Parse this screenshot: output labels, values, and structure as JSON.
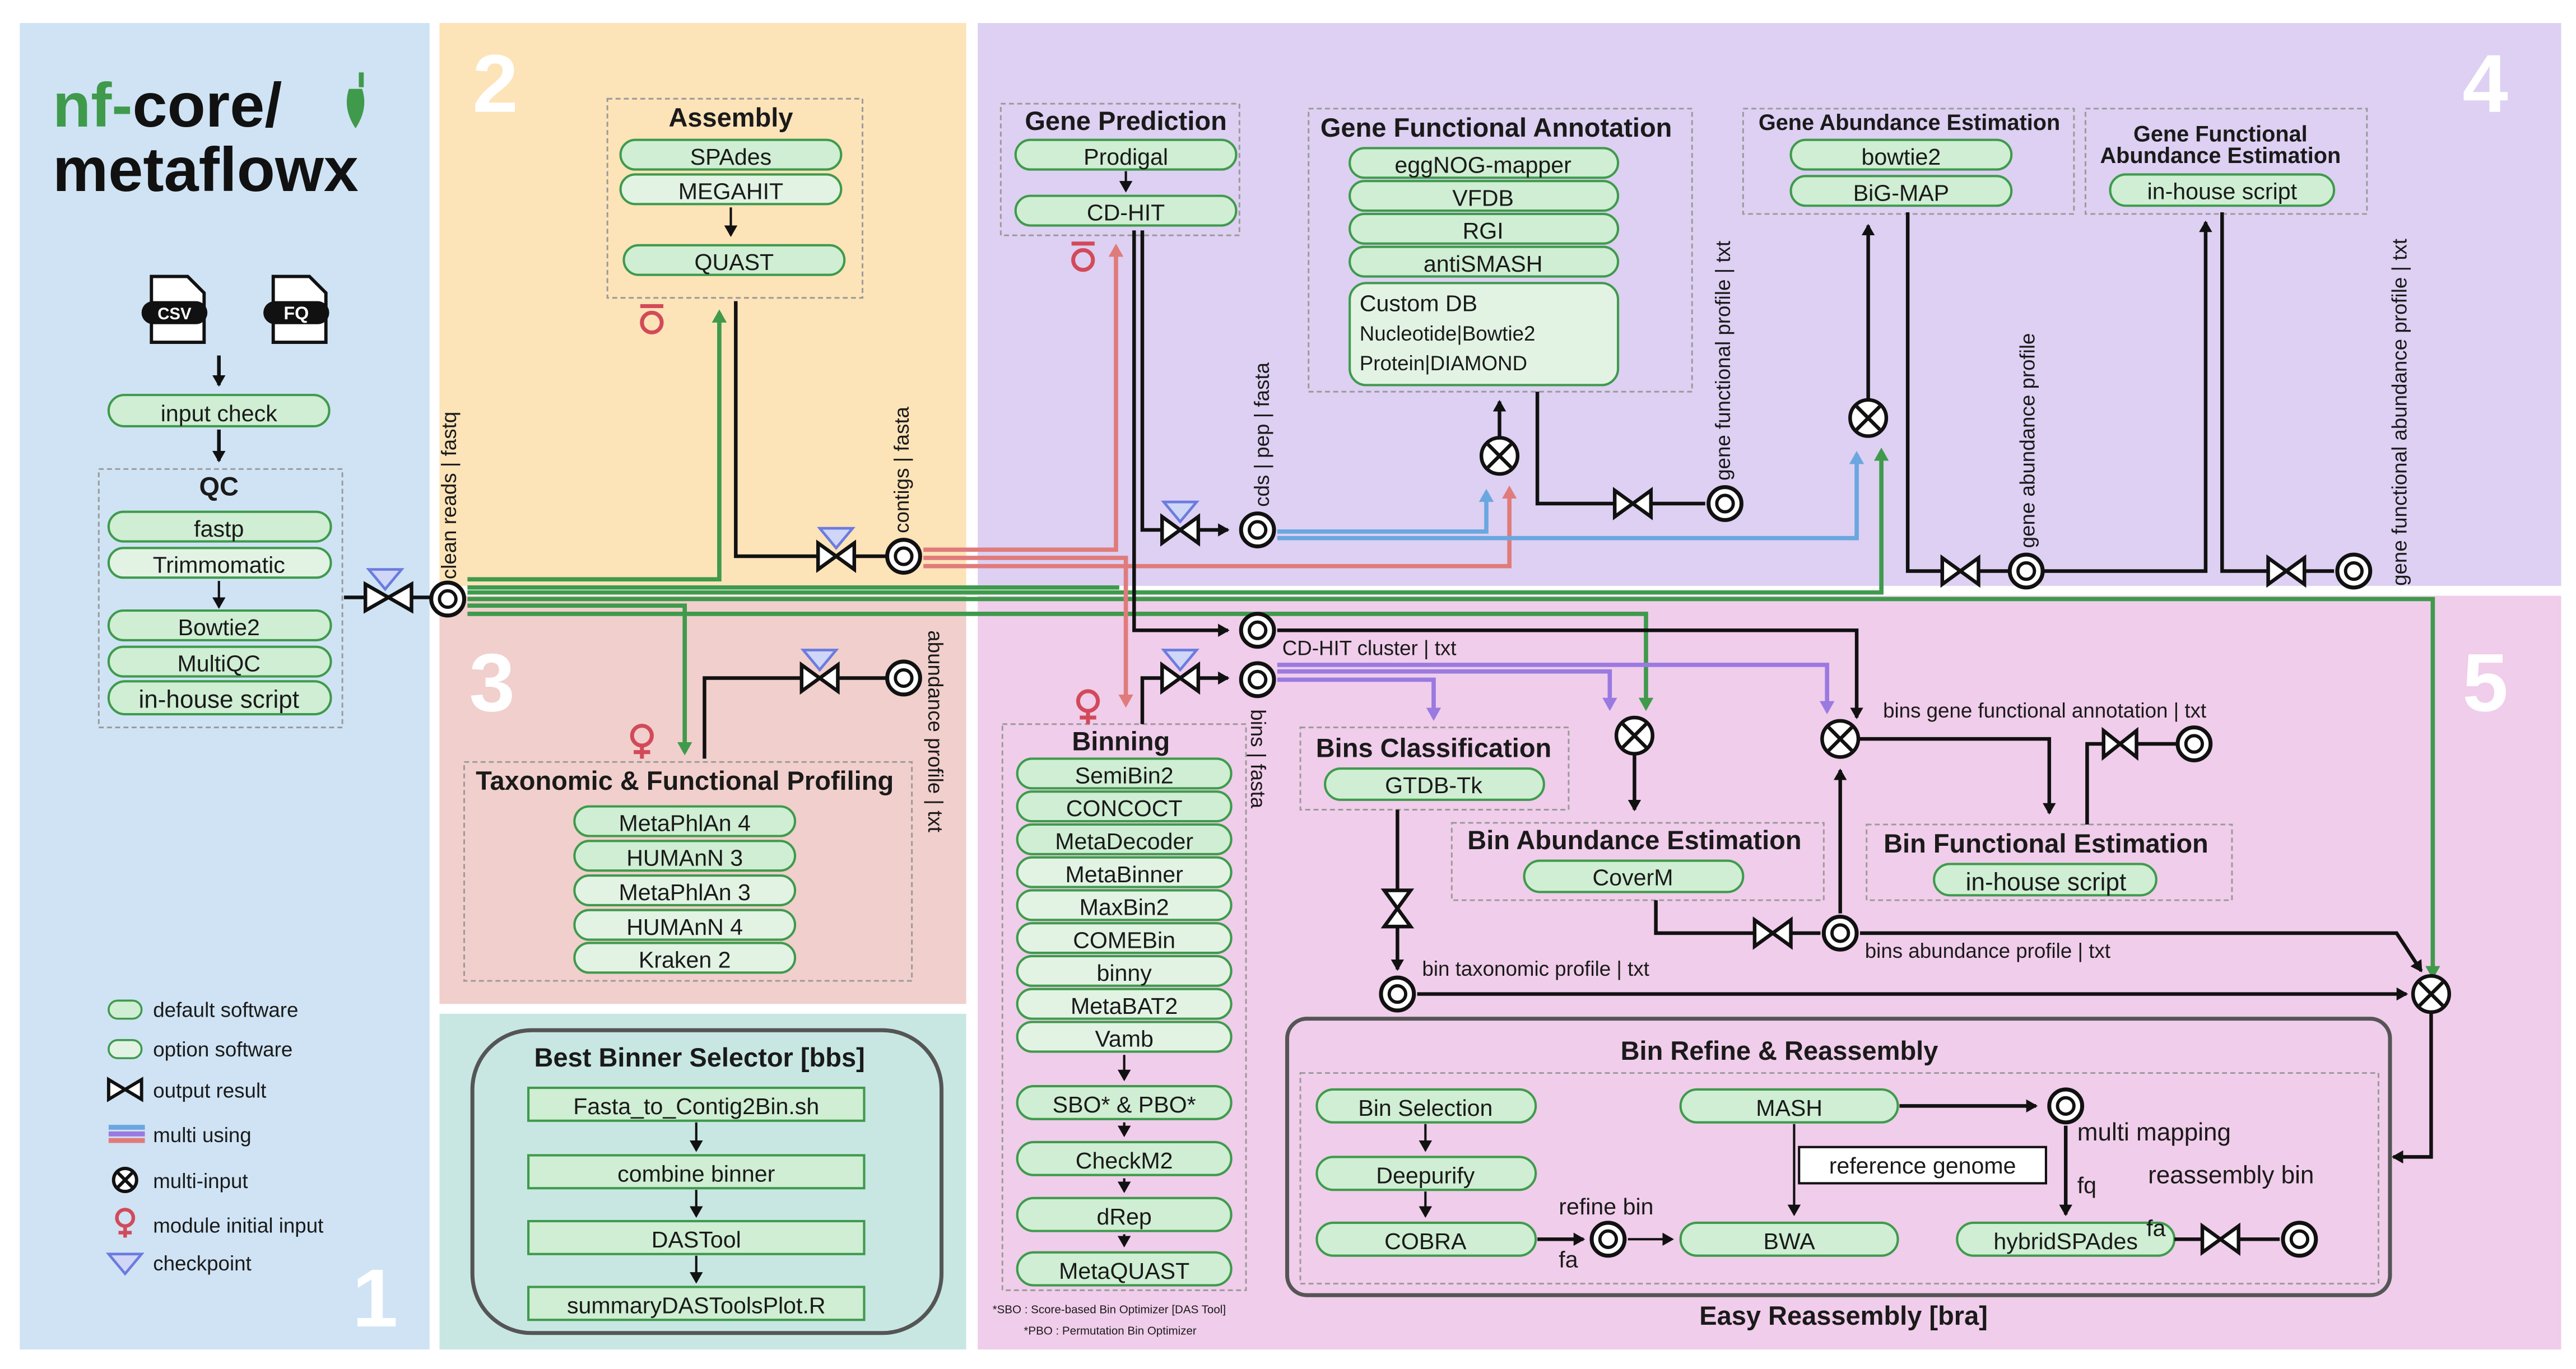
{
  "logo": {
    "line1_a": "nf-",
    "line1_b": "core/",
    "line2": "metaflowx"
  },
  "panels": {
    "p1": "1",
    "p2": "2",
    "p3": "3",
    "p4": "4",
    "p5": "5"
  },
  "files": {
    "csv": "CSV",
    "fq": "FQ"
  },
  "input_check": "input check",
  "qc": {
    "title": "QC",
    "items": [
      "fastp",
      "Trimmomatic",
      "Bowtie2",
      "MultiQC",
      "in-house script"
    ]
  },
  "legend": [
    "default software",
    "option software",
    "output result",
    "multi using",
    "multi-input",
    "module initial input",
    "checkpoint"
  ],
  "assembly": {
    "title": "Assembly",
    "items": [
      "SPAdes",
      "MEGAHIT",
      "QUAST"
    ]
  },
  "profiling": {
    "title": "Taxonomic & Functional Profiling",
    "items": [
      "MetaPhlAn 4",
      "HUMAnN 3",
      "MetaPhlAn 3",
      "HUMAnN 4",
      "Kraken 2"
    ]
  },
  "bbs": {
    "title": "Best Binner Selector [bbs]",
    "items": [
      "Fasta_to_Contig2Bin.sh",
      "combine binner",
      "DASTool",
      "summaryDASToolsPlot.R"
    ]
  },
  "gene_prediction": {
    "title": "Gene Prediction",
    "items": [
      "Prodigal",
      "CD-HIT"
    ]
  },
  "gfa": {
    "title": "Gene Functional Annotation",
    "items": [
      "eggNOG-mapper",
      "VFDB",
      "RGI",
      "antiSMASH"
    ],
    "custom": [
      "Custom DB",
      "Nucleotide|Bowtie2",
      "Protein|DIAMOND"
    ]
  },
  "gae": {
    "title": "Gene Abundance Estimation",
    "items": [
      "bowtie2",
      "BiG-MAP"
    ]
  },
  "gfae": {
    "title_1": "Gene Functional",
    "title_2": "Abundance Estimation",
    "item": "in-house script"
  },
  "binning": {
    "title": "Binning",
    "items": [
      "SemiBin2",
      "CONCOCT",
      "MetaDecoder",
      "MetaBinner",
      "MaxBin2",
      "COMEBin",
      "binny",
      "MetaBAT2",
      "Vamb",
      "SBO* & PBO*",
      "CheckM2",
      "dRep",
      "MetaQUAST"
    ]
  },
  "footnotes": [
    "*SBO : Score-based Bin Optimizer [DAS Tool]",
    "*PBO : Permutation Bin Optimizer"
  ],
  "bins_class": {
    "title": "Bins Classification",
    "item": "GTDB-Tk"
  },
  "bin_abund": {
    "title": "Bin Abundance Estimation",
    "item": "CoverM"
  },
  "bin_func": {
    "title": "Bin Functional Estimation",
    "item": "in-house script"
  },
  "refine": {
    "title": "Bin Refine & Reassembly",
    "items": [
      "Bin Selection",
      "Deepurify",
      "COBRA",
      "MASH",
      "BWA",
      "hybridSPAdes"
    ],
    "ref_genome": "reference genome",
    "refine_bin": "refine bin",
    "multi_mapping": "multi mapping",
    "reassembly_bin": "reassembly bin",
    "fa": "fa",
    "fq": "fq",
    "footer": "Easy Reassembly [bra]"
  },
  "edges": {
    "clean_reads": "clean reads | fastq",
    "contigs": "contigs | fasta",
    "abundance_profile": "abundance profile | txt",
    "cds": "cds | pep | fasta",
    "gene_func_profile": "gene functional profile | txt",
    "gene_abund_profile": "gene abundance profile",
    "gene_func_abund_profile": "gene functional abundance profile | txt",
    "cdhit_cluster": "CD-HIT cluster | txt",
    "bins": "bins | fasta",
    "bins_gene_func": "bins gene functional annotation | txt",
    "bins_abund_profile": "bins abundance profile | txt",
    "bin_tax_profile": "bin taxonomic profile | txt"
  },
  "colors": {
    "panel1": "#cfe3f4",
    "panel2": "#fde3b8",
    "panel3": "#f1cfcc",
    "panel4": "#ddd0f2",
    "panel5": "#f0cdea",
    "panelbbs": "#c8e7e2",
    "green": "#3f9a4c",
    "red": "#e07b7b",
    "blue": "#6aa7e0",
    "purple": "#9a7ae0"
  }
}
